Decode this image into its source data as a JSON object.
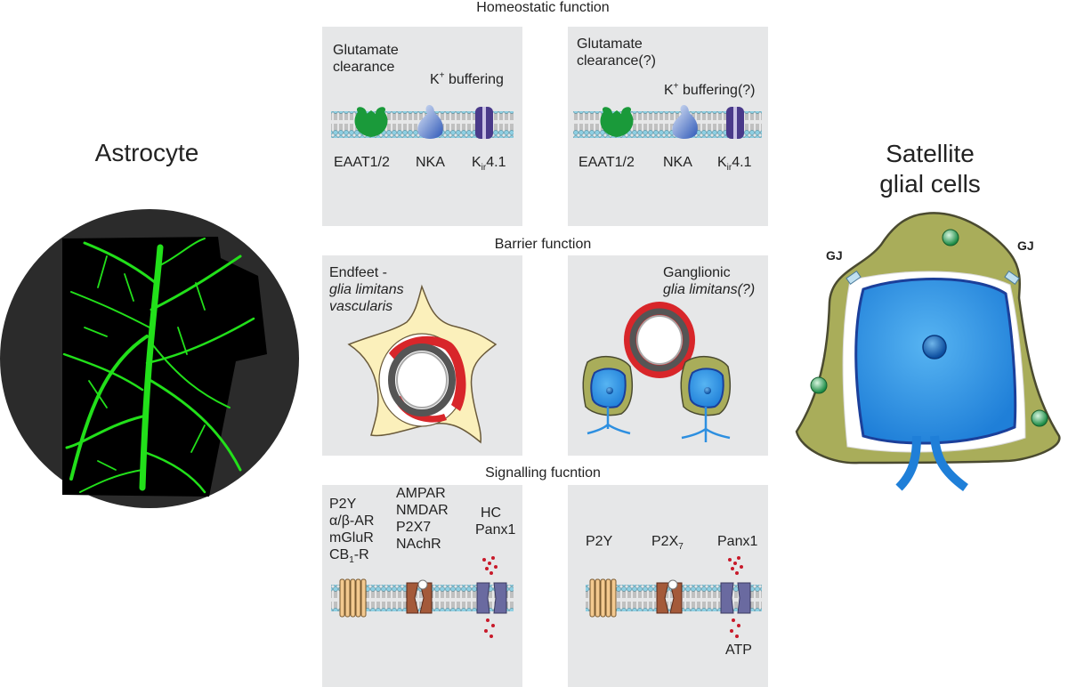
{
  "left": {
    "title": "Astrocyte"
  },
  "right": {
    "title_line1": "Satellite",
    "title_line2": "glial cells",
    "gj_left": "GJ",
    "gj_right": "GJ"
  },
  "sections": {
    "homeostatic": {
      "title": "Homeostatic function",
      "astro": {
        "glut_line1": "Glutamate",
        "glut_line2": "clearance",
        "k_prefix": "K",
        "k_sup": "+",
        "k_suffix": " buffering",
        "eaat": "EAAT1/2",
        "nka": "NKA",
        "kir_prefix": "K",
        "kir_sub": "ir",
        "kir_suffix": "4.1"
      },
      "sgc": {
        "glut_line1": "Glutamate",
        "glut_line2": "clearance(?)",
        "k_prefix": "K",
        "k_sup": "+",
        "k_suffix": " buffering(?)",
        "eaat": "EAAT1/2",
        "nka": "NKA",
        "kir_prefix": "K",
        "kir_sub": "ir",
        "kir_suffix": "4.1"
      }
    },
    "barrier": {
      "title": "Barrier function",
      "astro": {
        "line1": "Endfeet -",
        "line2": "glia limitans",
        "line3": "vascularis"
      },
      "sgc": {
        "line1": "Ganglionic",
        "line2": "glia limitans(?)"
      }
    },
    "signalling": {
      "title": "Signalling fucntion",
      "astro": {
        "col1": [
          "P2Y",
          "α/β-AR",
          "mGluR"
        ],
        "cb_prefix": "CB",
        "cb_sub": "1",
        "cb_suffix": "-R",
        "col2": [
          "AMPAR",
          "NMDAR",
          "P2X7",
          "NAchR"
        ],
        "col3": [
          "HC",
          "Panx1"
        ]
      },
      "sgc": {
        "p2y": "P2Y",
        "p2x_prefix": "P2X",
        "p2x_sub": "7",
        "panx": "Panx1",
        "atp": "ATP"
      }
    }
  },
  "colors": {
    "panel": "#e6e7e8",
    "astrocyte_green": "#22e01a",
    "membrane_blue": "#8ecfe2",
    "eaat_green": "#1a9a3a",
    "kir_purple": "#4a3a8a",
    "sgc_olive": "#a9ad5a",
    "neuron_blue": "#2d8fe0",
    "vessel_red": "#d8262a"
  }
}
